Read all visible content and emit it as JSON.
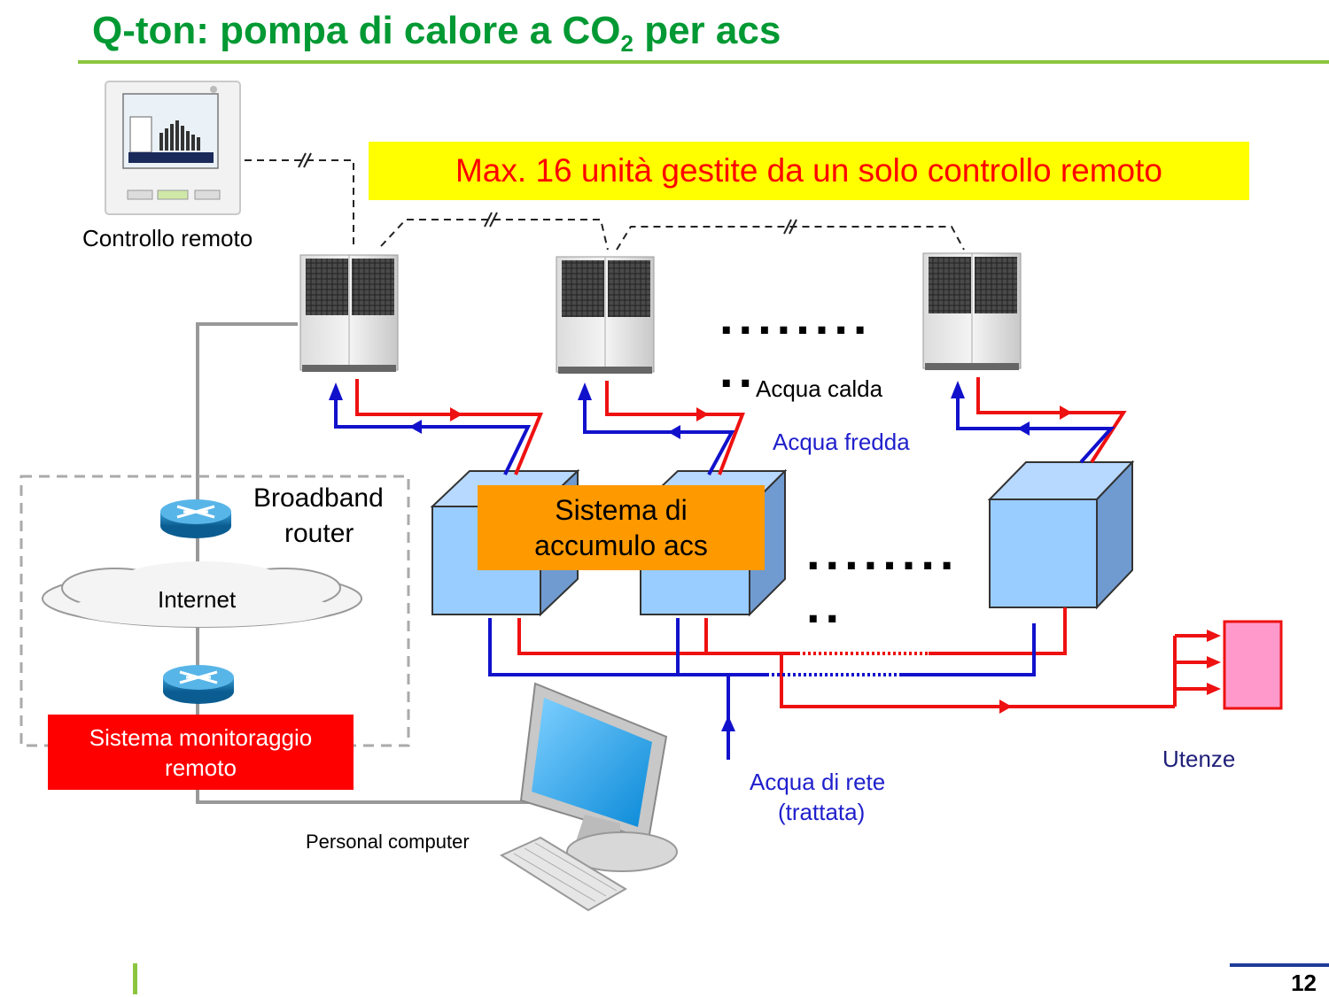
{
  "slide": {
    "title_main": "Q-ton: pompa di calore a CO",
    "title_sub": "2",
    "title_tail": " per acs",
    "page_number": "12"
  },
  "banner": {
    "text": "Max. 16 unità gestite da un solo controllo remoto"
  },
  "labels": {
    "remote_control": "Controllo remoto",
    "hot_water": "Acqua calda",
    "cold_water": "Acqua fredda",
    "broadband_router_1": "Broadband",
    "broadband_router_2": "router",
    "internet": "Internet",
    "storage_1": "Sistema di",
    "storage_2": "accumulo acs",
    "monitoring_1": "Sistema monitoraggio",
    "monitoring_2": "remoto",
    "personal_computer": "Personal computer",
    "mains_water_1": "Acqua di rete",
    "mains_water_2": "(trattata)",
    "users": "Utenze",
    "dots_units": "........",
    "dots_units_2": "..",
    "dots_tanks": "........",
    "dots_tanks_2": ".."
  },
  "colors": {
    "title": "#009933",
    "hot_pipe": "#ee1111",
    "cold_pipe": "#1111cc",
    "tank_front": "#99ccff",
    "tank_side": "#6f9bd1",
    "banner_bg": "#ffff00",
    "banner_text": "#ff0000",
    "storage_bg": "#ff9900",
    "monitor_bg": "#ff0000",
    "user_box": "#ff99cc"
  }
}
